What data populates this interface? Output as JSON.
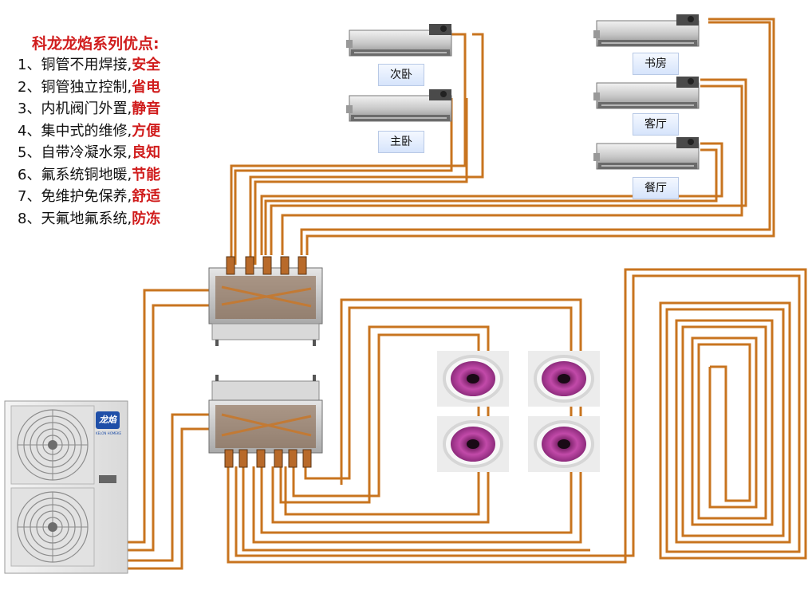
{
  "advantages": {
    "title": "科龙龙焰系列优点:",
    "items": [
      {
        "num": "1、",
        "text": "铜管不用焊接,",
        "highlight": "安全"
      },
      {
        "num": "2、",
        "text": "铜管独立控制,",
        "highlight": "省电"
      },
      {
        "num": "3、",
        "text": "内机阀门外置,",
        "highlight": "静音"
      },
      {
        "num": "4、",
        "text": "集中式的维修,",
        "highlight": "方便"
      },
      {
        "num": "5、",
        "text": "自带冷凝水泵,",
        "highlight": "良知"
      },
      {
        "num": "6、",
        "text": "氟系统铜地暖,",
        "highlight": "节能"
      },
      {
        "num": "7、",
        "text": "免维护免保养,",
        "highlight": "舒适"
      },
      {
        "num": "8、",
        "text": "天氟地氟系统,",
        "highlight": "防冻"
      }
    ]
  },
  "rooms": [
    "次卧",
    "主卧",
    "书房",
    "客厅",
    "餐厅"
  ],
  "outdoor_unit": {
    "brand": "龙焰",
    "sub": "KELON HOMEKE"
  },
  "colors": {
    "pipe": "#c8741f",
    "pipe_dark": "#8a4a10",
    "highlight": "#d01c1c",
    "coil": "#b63fa0"
  }
}
